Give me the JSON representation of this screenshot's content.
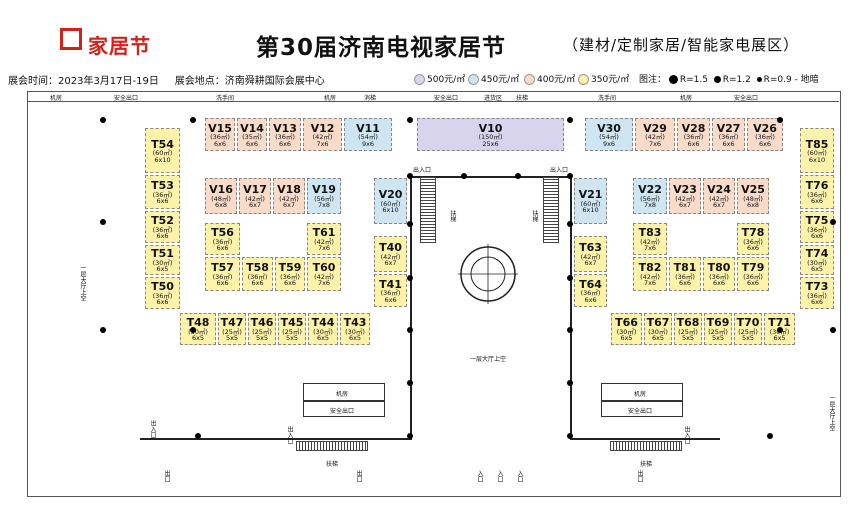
{
  "header": {
    "brand": "家居节",
    "title": "第30届济南电视家居节",
    "subtitle": "（建材/定制家居/智能家电展区）"
  },
  "info": {
    "time_label": "展会时间：",
    "time_value": "2023年3月17日-19日",
    "place_label": "展会地点：",
    "place_value": "济南舜耕国际会展中心"
  },
  "legend": {
    "price_500": "500元/㎡",
    "price_450": "450元/㎡",
    "price_400": "400元/㎡",
    "price_350": "350元/㎡",
    "legend_title": "图注：",
    "r15": "R=1.5",
    "r12": "R=1.2",
    "r09": "R=0.9",
    "floor_drain": "- 地暗",
    "colors": {
      "c500": "#d9d4ee",
      "c450": "#cfe6f2",
      "c400": "#f8dcc9",
      "c350": "#fdf2a9"
    }
  },
  "top_labels": [
    "机房",
    "安全出口",
    "洗手间",
    "机房",
    "消梯",
    "安全出口",
    "进货区",
    "扶梯",
    "洗手间",
    "机房",
    "安全出口"
  ],
  "floor_labels": {
    "hall_space": "一层大厅上空",
    "hall_space_left": "一层大厅上空",
    "entrance_left": "出入口",
    "entrance_right": "出入口",
    "escalator_l": "扶梯",
    "escalator_r": "扶梯",
    "escalator_bottom": "扶梯",
    "machine_room": "机房",
    "safety_exit": "安全出口",
    "exit": "出口",
    "entry": "入口",
    "stairs_exit": "出入口",
    "hall_space_right": "一层大厅上空"
  },
  "booths": [
    {
      "id": "V15",
      "area": "(36㎡)",
      "dim": "6x6",
      "price": "400"
    },
    {
      "id": "V14",
      "area": "(35㎡)",
      "dim": "6x6",
      "price": "400"
    },
    {
      "id": "V13",
      "area": "(36㎡)",
      "dim": "6x6",
      "price": "400"
    },
    {
      "id": "V12",
      "area": "(42㎡)",
      "dim": "7x6",
      "price": "400"
    },
    {
      "id": "V11",
      "area": "(54㎡)",
      "dim": "9x6",
      "price": "450"
    },
    {
      "id": "V10",
      "area": "(150㎡)",
      "dim": "25x6",
      "price": "500"
    },
    {
      "id": "V30",
      "area": "(54㎡)",
      "dim": "9x6",
      "price": "450"
    },
    {
      "id": "V29",
      "area": "(42㎡)",
      "dim": "7x6",
      "price": "400"
    },
    {
      "id": "V28",
      "area": "(36㎡)",
      "dim": "6x6",
      "price": "400"
    },
    {
      "id": "V27",
      "area": "(36㎡)",
      "dim": "6x6",
      "price": "400"
    },
    {
      "id": "V26",
      "area": "(36㎡)",
      "dim": "6x6",
      "price": "400"
    },
    {
      "id": "T54",
      "area": "(60㎡)",
      "dim": "6x10",
      "price": "350"
    },
    {
      "id": "T53",
      "area": "(36㎡)",
      "dim": "6x6",
      "price": "350"
    },
    {
      "id": "T52",
      "area": "(36㎡)",
      "dim": "6x6",
      "price": "350"
    },
    {
      "id": "T51",
      "area": "(30㎡)",
      "dim": "6x5",
      "price": "350"
    },
    {
      "id": "T50",
      "area": "(36㎡)",
      "dim": "6x6",
      "price": "350"
    },
    {
      "id": "V16",
      "area": "(48㎡)",
      "dim": "6x8",
      "price": "400"
    },
    {
      "id": "V17",
      "area": "(42㎡)",
      "dim": "6x7",
      "price": "400"
    },
    {
      "id": "V18",
      "area": "(42㎡)",
      "dim": "6x7",
      "price": "400"
    },
    {
      "id": "V19",
      "area": "(56㎡)",
      "dim": "7x8",
      "price": "450"
    },
    {
      "id": "V20",
      "area": "(60㎡)",
      "dim": "6x10",
      "price": "450"
    },
    {
      "id": "V21",
      "area": "(60㎡)",
      "dim": "6x10",
      "price": "450"
    },
    {
      "id": "V22",
      "area": "(56㎡)",
      "dim": "7x8",
      "price": "450"
    },
    {
      "id": "V23",
      "area": "(42㎡)",
      "dim": "6x7",
      "price": "400"
    },
    {
      "id": "V24",
      "area": "(42㎡)",
      "dim": "6x7",
      "price": "400"
    },
    {
      "id": "V25",
      "area": "(48㎡)",
      "dim": "6x8",
      "price": "400"
    },
    {
      "id": "T56",
      "area": "(36㎡)",
      "dim": "6x6",
      "price": "350"
    },
    {
      "id": "T61",
      "area": "(42㎡)",
      "dim": "7x6",
      "price": "350"
    },
    {
      "id": "T57",
      "area": "(36㎡)",
      "dim": "6x6",
      "price": "350"
    },
    {
      "id": "T58",
      "area": "(36㎡)",
      "dim": "6x6",
      "price": "350"
    },
    {
      "id": "T59",
      "area": "(36㎡)",
      "dim": "6x6",
      "price": "350"
    },
    {
      "id": "T60",
      "area": "(42㎡)",
      "dim": "7x6",
      "price": "350"
    },
    {
      "id": "T40",
      "area": "(42㎡)",
      "dim": "6x7",
      "price": "350"
    },
    {
      "id": "T41",
      "area": "(36㎡)",
      "dim": "6x6",
      "price": "350"
    },
    {
      "id": "T63",
      "area": "(42㎡)",
      "dim": "6x7",
      "price": "350"
    },
    {
      "id": "T64",
      "area": "(36㎡)",
      "dim": "6x6",
      "price": "350"
    },
    {
      "id": "T83",
      "area": "(42㎡)",
      "dim": "7x6",
      "price": "350"
    },
    {
      "id": "T78",
      "area": "(36㎡)",
      "dim": "6x6",
      "price": "350"
    },
    {
      "id": "T82",
      "area": "(42㎡)",
      "dim": "7x6",
      "price": "350"
    },
    {
      "id": "T81",
      "area": "(36㎡)",
      "dim": "6x6",
      "price": "350"
    },
    {
      "id": "T80",
      "area": "(36㎡)",
      "dim": "6x6",
      "price": "350"
    },
    {
      "id": "T79",
      "area": "(36㎡)",
      "dim": "6x6",
      "price": "350"
    },
    {
      "id": "T85",
      "area": "(60㎡)",
      "dim": "6x10",
      "price": "350"
    },
    {
      "id": "T76",
      "area": "(36㎡)",
      "dim": "6x6",
      "price": "350"
    },
    {
      "id": "T75",
      "area": "(36㎡)",
      "dim": "6x6",
      "price": "350"
    },
    {
      "id": "T74",
      "area": "(30㎡)",
      "dim": "6x5",
      "price": "350"
    },
    {
      "id": "T73",
      "area": "(36㎡)",
      "dim": "6x6",
      "price": "350"
    },
    {
      "id": "T48",
      "area": "(30㎡)",
      "dim": "6x5",
      "price": "350"
    },
    {
      "id": "T47",
      "area": "(25㎡)",
      "dim": "5x5",
      "price": "350"
    },
    {
      "id": "T46",
      "area": "(25㎡)",
      "dim": "5x5",
      "price": "350"
    },
    {
      "id": "T45",
      "area": "(25㎡)",
      "dim": "5x5",
      "price": "350"
    },
    {
      "id": "T44",
      "area": "(30㎡)",
      "dim": "6x5",
      "price": "350"
    },
    {
      "id": "T43",
      "area": "(30㎡)",
      "dim": "6x5",
      "price": "350"
    },
    {
      "id": "T66",
      "area": "(30㎡)",
      "dim": "6x5",
      "price": "350"
    },
    {
      "id": "T67",
      "area": "(30㎡)",
      "dim": "6x5",
      "price": "350"
    },
    {
      "id": "T68",
      "area": "(25㎡)",
      "dim": "5x5",
      "price": "350"
    },
    {
      "id": "T69",
      "area": "(25㎡)",
      "dim": "5x5",
      "price": "350"
    },
    {
      "id": "T70",
      "area": "(25㎡)",
      "dim": "5x5",
      "price": "350"
    },
    {
      "id": "T71",
      "area": "(30㎡)",
      "dim": "6x5",
      "price": "350"
    }
  ]
}
